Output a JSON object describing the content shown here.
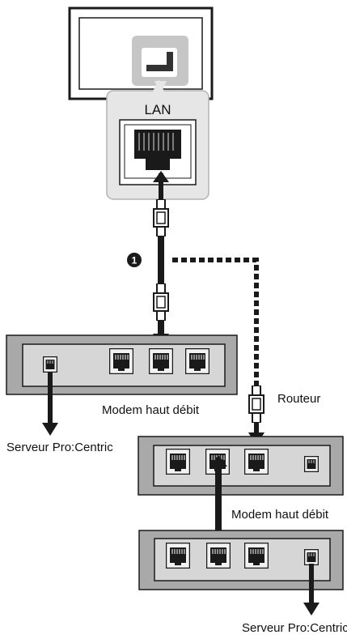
{
  "labels": {
    "lan": "LAN",
    "step_number": "1",
    "router": "Routeur",
    "modem_top": "Modem haut débit",
    "modem_right": "Modem haut débit",
    "server_left": "Serveur Pro:Centric",
    "server_bottom": "Serveur Pro:Centric"
  },
  "colors": {
    "device_fill": "#a9a9a9",
    "device_inner": "#d6d6d6",
    "lan_panel": "#e6e6e6",
    "cable": "#1a1a1a",
    "line": "#222222"
  }
}
